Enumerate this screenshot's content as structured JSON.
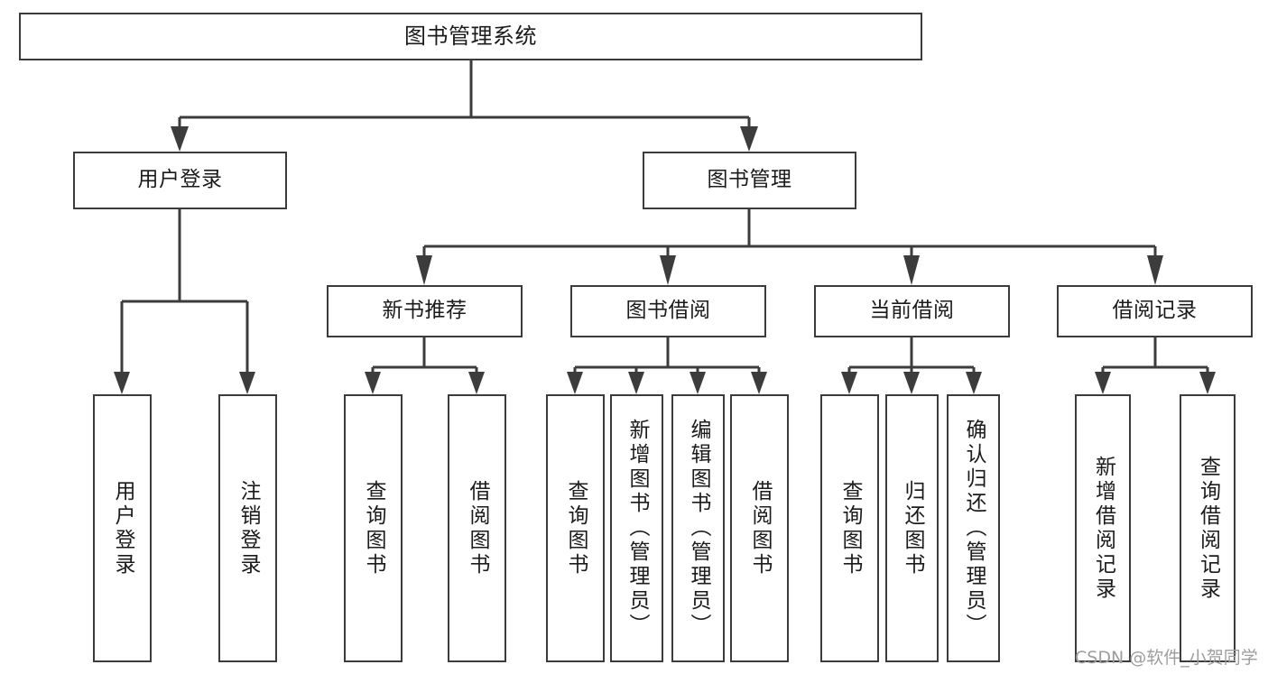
{
  "diagram": {
    "type": "tree-hierarchy",
    "title_node": {
      "id": "root",
      "label": "图书管理系统"
    },
    "level1": [
      {
        "id": "user-login",
        "label": "用户登录"
      },
      {
        "id": "book-manage",
        "label": "图书管理"
      }
    ],
    "level2": [
      {
        "id": "new-book-recommend",
        "label": "新书推荐",
        "parent": "book-manage"
      },
      {
        "id": "book-borrow",
        "label": "图书借阅",
        "parent": "book-manage"
      },
      {
        "id": "current-borrow",
        "label": "当前借阅",
        "parent": "book-manage"
      },
      {
        "id": "borrow-record",
        "label": "借阅记录",
        "parent": "book-manage"
      }
    ],
    "leaves": [
      {
        "id": "leaf-user-login",
        "label": "用户登录",
        "parent": "user-login"
      },
      {
        "id": "leaf-user-logout",
        "label": "注销登录",
        "parent": "user-login"
      },
      {
        "id": "leaf-query-book-1",
        "label": "查询图书",
        "parent": "new-book-recommend"
      },
      {
        "id": "leaf-borrow-book-1",
        "label": "借阅图书",
        "parent": "new-book-recommend"
      },
      {
        "id": "leaf-query-book-2",
        "label": "查询图书",
        "parent": "book-borrow"
      },
      {
        "id": "leaf-add-book",
        "label": "新增图书（管理员）",
        "parent": "book-borrow"
      },
      {
        "id": "leaf-edit-book",
        "label": "编辑图书（管理员）",
        "parent": "book-borrow"
      },
      {
        "id": "leaf-borrow-book-2",
        "label": "借阅图书",
        "parent": "book-borrow"
      },
      {
        "id": "leaf-query-book-3",
        "label": "查询图书",
        "parent": "current-borrow"
      },
      {
        "id": "leaf-return-book",
        "label": "归还图书",
        "parent": "current-borrow"
      },
      {
        "id": "leaf-confirm-return",
        "label": "确认归还（管理员）",
        "parent": "current-borrow"
      },
      {
        "id": "leaf-add-record",
        "label": "新增借阅记录",
        "parent": "borrow-record"
      },
      {
        "id": "leaf-query-record",
        "label": "查询借阅记录",
        "parent": "borrow-record"
      }
    ],
    "watermark": "CSDN @软件_小贺同学",
    "colors": {
      "stroke": "#3c3c3c",
      "fill": "#ffffff",
      "text": "#1b1b1b",
      "watermark": "#9d9d9d"
    }
  }
}
